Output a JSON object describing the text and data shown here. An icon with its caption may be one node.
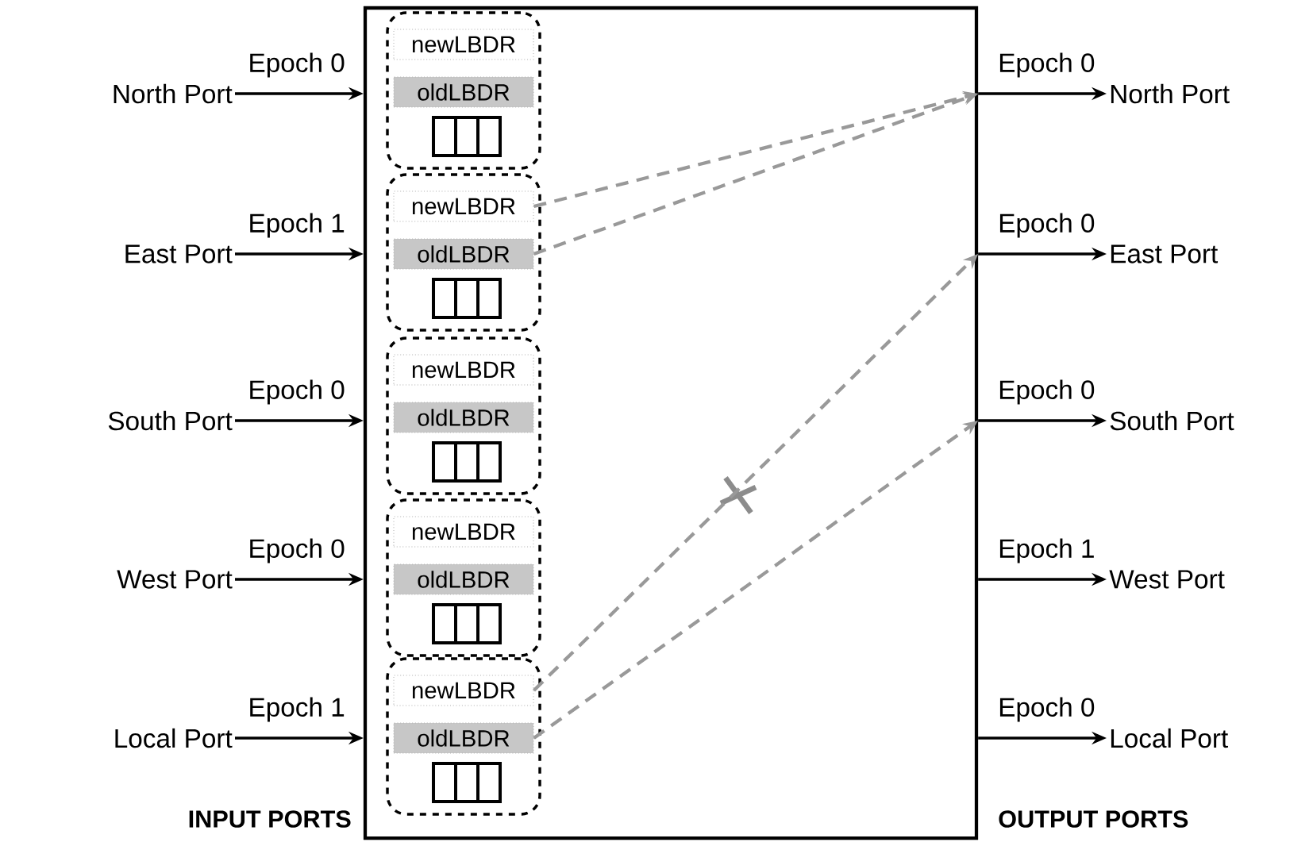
{
  "diagram": {
    "nodes": [
      {
        "text": [],
        "shape": "box"
      },
      {
        "text": [
          "North Port"
        ],
        "beside": [
          "Epoch 0"
        ]
      },
      {
        "text": [
          "East Port"
        ],
        "beside": [
          "Epoch 1"
        ]
      },
      {
        "text": [
          "South Port"
        ],
        "beside": [
          "Epoch 0"
        ]
      },
      {
        "text": [
          "West Port"
        ],
        "beside": [
          "Epoch 0"
        ]
      },
      {
        "text": [
          "Local Port"
        ],
        "beside": [
          "Epoch 1"
        ]
      },
      {
        "text": [
          "North Port"
        ],
        "beside": [
          "Epoch 0"
        ]
      },
      {
        "text": [
          "East Port"
        ],
        "beside": [
          "Epoch 0"
        ]
      },
      {
        "text": [
          "South Port"
        ],
        "beside": [
          "Epoch 0"
        ]
      },
      {
        "text": [
          "West Port"
        ],
        "beside": [
          "Epoch 1"
        ]
      },
      {
        "text": [
          "Local Port"
        ],
        "beside": [
          "Epoch 0"
        ]
      },
      {
        "text": [],
        "shape": "box",
        "in": 0
      },
      {
        "text": [
          "newLBDR"
        ],
        "in": 11
      },
      {
        "text": [
          "oldLBDR"
        ],
        "in": 11
      },
      {
        "text": [],
        "shape": "box",
        "in": 0
      },
      {
        "text": [
          "newLBDR"
        ],
        "in": 14
      },
      {
        "text": [
          "oldLBDR"
        ],
        "in": 14
      },
      {
        "text": [],
        "shape": "box",
        "in": 0
      },
      {
        "text": [
          "newLBDR"
        ],
        "in": 17
      },
      {
        "text": [
          "oldLBDR"
        ],
        "in": 17
      },
      {
        "text": [],
        "shape": "box",
        "in": 0
      },
      {
        "text": [
          "newLBDR"
        ],
        "in": 20
      },
      {
        "text": [
          "oldLBDR"
        ],
        "in": 20
      },
      {
        "text": [],
        "shape": "box",
        "in": 0
      },
      {
        "text": [
          "newLBDR"
        ],
        "in": 23
      },
      {
        "text": [
          "oldLBDR"
        ],
        "in": 23
      }
    ],
    "edges": [
      {
        "from": 1,
        "to": 0,
        "arrow": "to"
      },
      {
        "from": 2,
        "to": 0,
        "arrow": "to"
      },
      {
        "from": 3,
        "to": 0,
        "arrow": "to"
      },
      {
        "from": 4,
        "to": 0,
        "arrow": "to"
      },
      {
        "from": 5,
        "to": 0,
        "arrow": "to"
      },
      {
        "from": 0,
        "to": 6,
        "arrow": "to"
      },
      {
        "from": 0,
        "to": 7,
        "arrow": "to"
      },
      {
        "from": 0,
        "to": 8,
        "arrow": "to"
      },
      {
        "from": 0,
        "to": 9,
        "arrow": "to"
      },
      {
        "from": 0,
        "to": 10,
        "arrow": "to"
      },
      {
        "from": 15,
        "to": 0,
        "arrow": "to",
        "style": "dashed",
        "color": "#999999"
      },
      {
        "from": 16,
        "to": 0,
        "arrow": "to",
        "style": "dashed",
        "color": "#999999"
      },
      {
        "from": 24,
        "to": 0,
        "arrow": "to",
        "style": "dashed",
        "color": "#999999"
      },
      {
        "from": 25,
        "to": 0,
        "arrow": "to",
        "style": "dashed",
        "color": "#999999"
      }
    ],
    "labels": [
      "INPUT PORTS",
      "OUTPUT PORTS"
    ]
  }
}
